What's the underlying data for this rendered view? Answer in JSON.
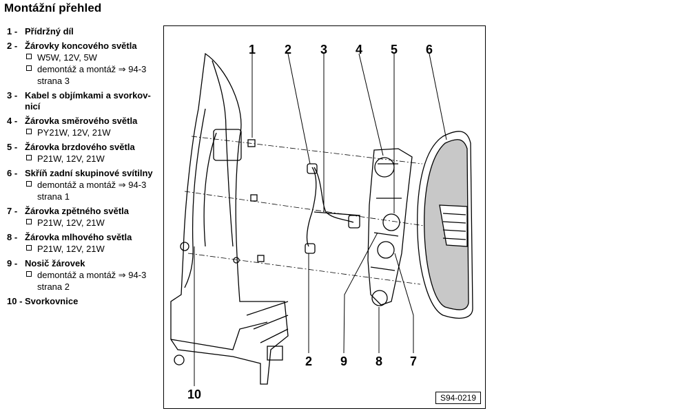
{
  "title": "Montážní přehled",
  "parts": [
    {
      "num": "1 -",
      "name": "Přídržný díl",
      "subs": []
    },
    {
      "num": "2 -",
      "name": "Žárovky koncového světla",
      "subs": [
        [
          "W5W, 12V, 5W"
        ],
        [
          "demontáž a montáž ⇒ 94-3",
          "strana 3"
        ]
      ]
    },
    {
      "num": "3 -",
      "name": "Kabel s objímkami a svorkov-",
      "name2": "nicí",
      "subs": []
    },
    {
      "num": "4 -",
      "name": "Žárovka směrového světla",
      "subs": [
        [
          "PY21W, 12V, 21W"
        ]
      ]
    },
    {
      "num": "5 -",
      "name": "Žárovka brzdového světla",
      "subs": [
        [
          "P21W, 12V, 21W"
        ]
      ]
    },
    {
      "num": "6 -",
      "name": "Skříň zadní skupinové svítilny",
      "subs": [
        [
          "demontáž a montáž ⇒ 94-3",
          "strana 1"
        ]
      ]
    },
    {
      "num": "7 -",
      "name": "Žárovka zpětného světla",
      "subs": [
        [
          "P21W, 12V, 21W"
        ]
      ]
    },
    {
      "num": "8 -",
      "name": "Žárovka mlhového světla",
      "subs": [
        [
          "P21W, 12V, 21W"
        ]
      ]
    },
    {
      "num": "9 -",
      "name": "Nosič žárovek",
      "subs": [
        [
          "demontáž a montáž ⇒ 94-3",
          "strana 2"
        ]
      ]
    },
    {
      "num": "10 -",
      "name": "Svorkovnice",
      "subs": []
    }
  ],
  "figure": {
    "callouts_top": [
      "1",
      "2",
      "3",
      "4",
      "5",
      "6"
    ],
    "callouts_bottom": [
      "2",
      "9",
      "8",
      "7"
    ],
    "callout_left": "10",
    "ref_code": "S94-0219"
  }
}
